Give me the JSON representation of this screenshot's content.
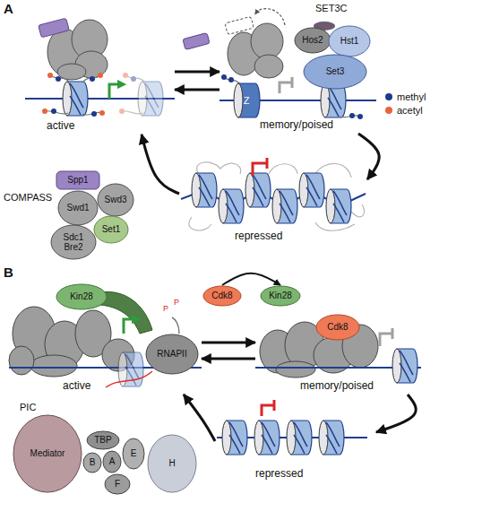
{
  "diagram": {
    "nodes": [
      {
        "text": [
          "active"
        ]
      },
      {
        "text": [
          "memory/poised"
        ]
      },
      {
        "text": [
          "SET3C"
        ],
        "in": 1
      },
      {
        "text": [
          "Hos2"
        ],
        "in": 2
      },
      {
        "text": [
          "Hst1"
        ],
        "in": 2
      },
      {
        "text": [
          "Set3"
        ],
        "in": 2
      },
      {
        "text": [
          "Z"
        ],
        "in": 1
      },
      {
        "text": [
          "repressed"
        ]
      },
      {
        "text": [
          "COMPASS"
        ]
      },
      {
        "text": [
          "Spp1"
        ],
        "in": 8
      },
      {
        "text": [
          "Swd3"
        ],
        "in": 8
      },
      {
        "text": [
          "Swd1"
        ],
        "in": 8
      },
      {
        "text": [
          "Set1"
        ],
        "in": 8
      },
      {
        "text": [
          "Sdc1 Bre2"
        ],
        "in": 8
      },
      {
        "text": [
          "active"
        ]
      },
      {
        "text": [
          "Kin28"
        ],
        "in": 14
      },
      {
        "text": [
          "RNAPII"
        ],
        "in": 14
      },
      {
        "text": [
          "Cdk8"
        ]
      },
      {
        "text": [
          "Kin28"
        ]
      },
      {
        "text": [
          "memory/poised"
        ]
      },
      {
        "text": [
          "Cdk8"
        ],
        "in": 19
      },
      {
        "text": [
          "repressed"
        ]
      },
      {
        "text": [
          "PIC"
        ]
      },
      {
        "text": [
          "Mediator"
        ],
        "in": 22
      },
      {
        "text": [
          "TBP"
        ],
        "in": 22
      },
      {
        "text": [
          "B"
        ],
        "in": 22
      },
      {
        "text": [
          "A"
        ],
        "in": 22
      },
      {
        "text": [
          "E"
        ],
        "in": 22
      },
      {
        "text": [
          "F"
        ],
        "in": 22
      },
      {
        "text": [
          "H"
        ],
        "in": 22
      }
    ],
    "edges": [
      {
        "from": 0,
        "to": 1,
        "arrow": "to"
      },
      {
        "from": 1,
        "to": 0,
        "arrow": "to"
      },
      {
        "from": 1,
        "to": 7,
        "arrow": "to"
      },
      {
        "from": 7,
        "to": 0,
        "arrow": "to"
      },
      {
        "from": 14,
        "to": 19,
        "arrow": "to"
      },
      {
        "from": 19,
        "to": 14,
        "arrow": "to"
      },
      {
        "from": 19,
        "to": 21,
        "arrow": "to"
      },
      {
        "from": 21,
        "to": 14,
        "arrow": "to"
      },
      {
        "from": 17,
        "to": 18,
        "arrow": "to"
      }
    ],
    "labels": [
      "A",
      "B",
      "P",
      "P"
    ],
    "legend": [
      {
        "text": "methyl",
        "color": "#1b3b8c"
      },
      {
        "text": "acetyl",
        "color": "#e8643c"
      }
    ]
  }
}
